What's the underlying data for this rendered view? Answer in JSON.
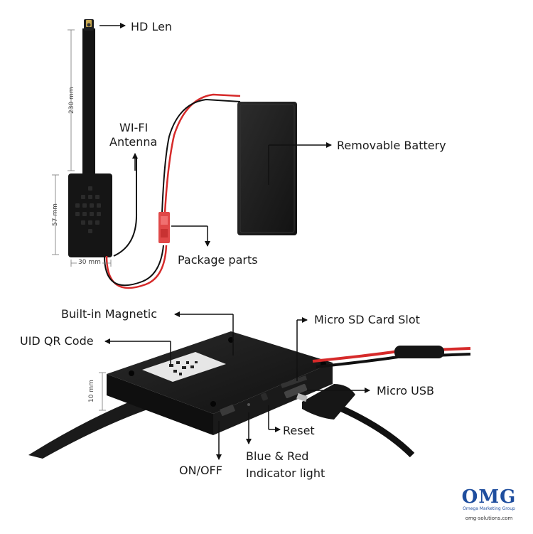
{
  "top_diagram": {
    "labels": {
      "hd_len": "HD Len",
      "wifi_antenna_line1": "WI-FI",
      "wifi_antenna_line2": "Antenna",
      "removable_battery": "Removable Battery",
      "package_parts": "Package parts"
    },
    "dimensions": {
      "length": "230",
      "height": "57",
      "width": "30",
      "unit": "mm"
    }
  },
  "bottom_diagram": {
    "labels": {
      "built_in_magnetic": "Built-in Magnetic",
      "uid_qr_code": "UID QR Code",
      "micro_sd_card_slot": "Micro SD Card Slot",
      "micro_usb": "Micro USB",
      "reset": "Reset",
      "on_off": "ON/OFF",
      "indicator_line1": "Blue & Red",
      "indicator_line2": "Indicator light"
    },
    "dimensions": {
      "thickness": "10 mm"
    }
  },
  "logo": {
    "mark": "OMG",
    "subtitle": "Omega Marketing Group",
    "url": "omg-solutions.com"
  },
  "colors": {
    "device": "#161616",
    "wire_red": "#d62a2a",
    "wire_black": "#111111",
    "connector": "#e04848",
    "brand": "#1f4e9e"
  }
}
